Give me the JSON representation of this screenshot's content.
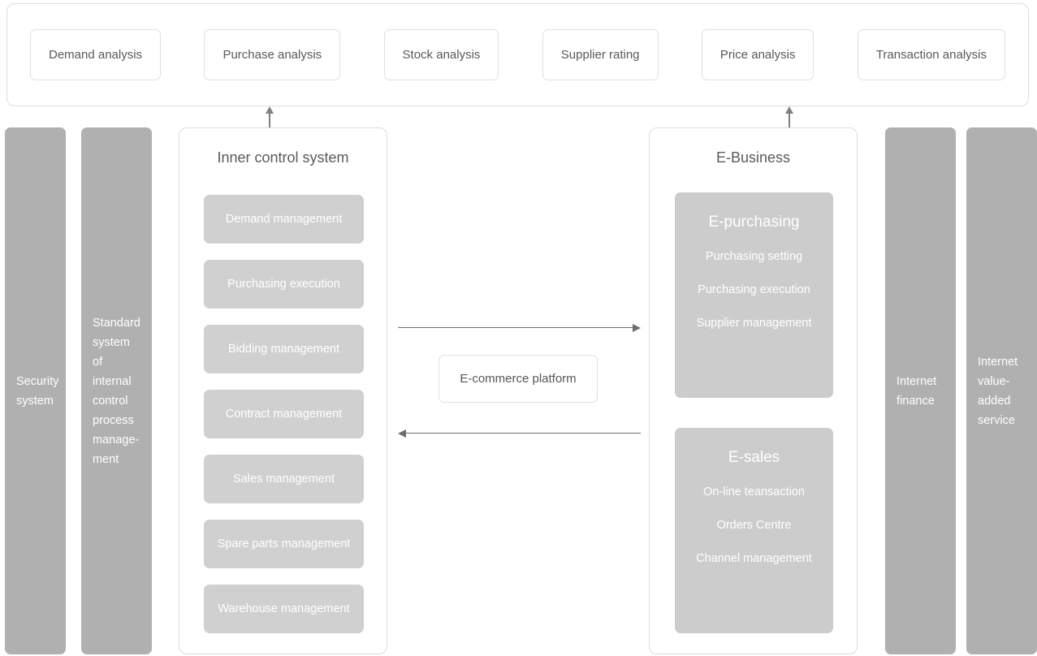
{
  "analysis_bar": {
    "chips": [
      {
        "label": "Demand analysis"
      },
      {
        "label": "Purchase analysis"
      },
      {
        "label": "Stock analysis"
      },
      {
        "label": "Supplier rating"
      },
      {
        "label": "Price analysis"
      },
      {
        "label": "Transaction analysis"
      }
    ]
  },
  "side_bars": {
    "security": {
      "label": "Security system"
    },
    "standard": {
      "label": "Standard system of internal control process manage-ment"
    },
    "internet_finance": {
      "label": "Internet finance"
    },
    "value_added": {
      "label": "Internet value-added service"
    }
  },
  "inner_control_panel": {
    "title": "Inner control system",
    "modules": [
      {
        "label": "Demand management"
      },
      {
        "label": "Purchasing execution"
      },
      {
        "label": "Bidding management"
      },
      {
        "label": "Contract management"
      },
      {
        "label": "Sales management"
      },
      {
        "label": "Spare parts management"
      },
      {
        "label": "Warehouse management"
      }
    ]
  },
  "e_business_panel": {
    "title": "E-Business",
    "groups": [
      {
        "title": "E-purchasing",
        "items": [
          {
            "label": "Purchasing setting"
          },
          {
            "label": "Purchasing execution"
          },
          {
            "label": "Supplier management"
          }
        ]
      },
      {
        "title": "E-sales",
        "items": [
          {
            "label": "On-line teansaction"
          },
          {
            "label": "Orders Centre"
          },
          {
            "label": "Channel management"
          }
        ]
      }
    ]
  },
  "center_flow": {
    "platform_label": "E-commerce platform"
  },
  "colors": {
    "side_bar_gray": "#b0b0b0",
    "module_chip_gray": "#d0d0d0",
    "group_box_gray": "#cccccc",
    "panel_border": "#dcdcdc",
    "text_dark": "#595959",
    "text_on_gray": "#ffffff",
    "arrow_gray": "#6e6e6e"
  }
}
